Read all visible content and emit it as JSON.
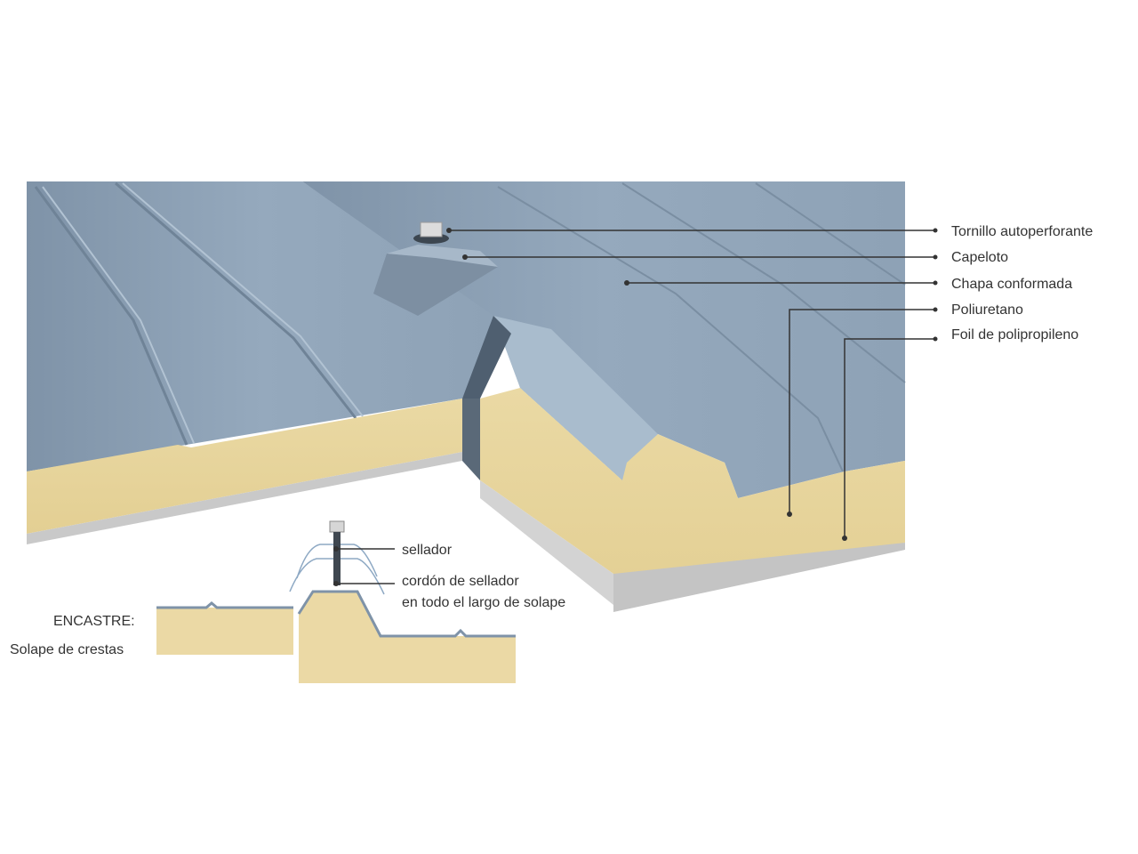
{
  "callouts": {
    "tornillo": "Tornillo autoperforante",
    "capeloto": "Capeloto",
    "chapa": "Chapa conformada",
    "poliuretano": "Poliuretano",
    "foil": "Foil de polipropileno"
  },
  "detail": {
    "sellador": "sellador",
    "cordon_line1": "cordón de sellador",
    "cordon_line2": "en todo el largo de solape",
    "encastre": "ENCASTRE:",
    "solape": "Solape de crestas"
  },
  "colors": {
    "steel": "#8fa3b8",
    "steel_dark": "#72869b",
    "steel_light": "#a6b8ca",
    "foam": "#e9d7a0",
    "foam_dark": "#d9c487",
    "foil": "#cfcfcf",
    "leader": "#333333"
  }
}
